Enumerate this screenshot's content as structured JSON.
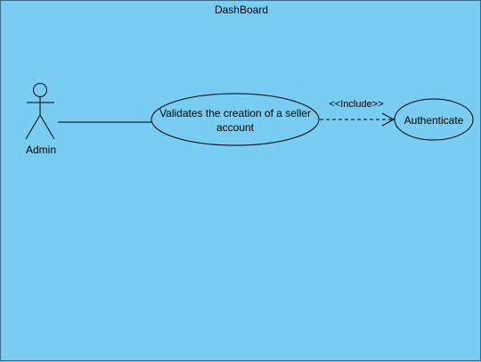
{
  "system": {
    "title": "DashBoard"
  },
  "actor": {
    "name": "Admin"
  },
  "use_cases": {
    "main": {
      "line1": "Validates the creation of a seller",
      "line2": "account"
    },
    "included": {
      "label": "Authenticate"
    }
  },
  "relationship": {
    "stereotype": "<<Include>>"
  },
  "colors": {
    "background": "#79cdf3",
    "stroke": "#000000"
  }
}
